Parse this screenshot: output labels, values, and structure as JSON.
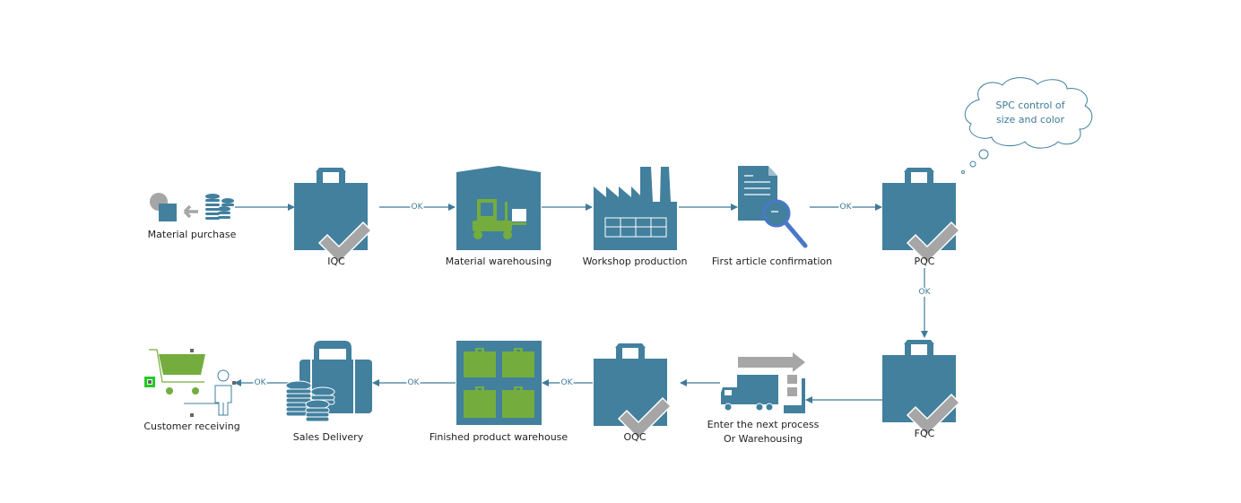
{
  "diagram": {
    "type": "quality-control-process-flow",
    "colors": {
      "primary": "#42809e",
      "green": "#74ad3d",
      "check_gray": "#a6a6a6",
      "connector": "#3f7b97",
      "cloud_outline": "#42809e"
    },
    "nodes": [
      {
        "id": "material-purchase",
        "label": "Material purchase",
        "icon": "purchase-coins-icon"
      },
      {
        "id": "iqc",
        "label": "IQC",
        "icon": "bag-check-icon"
      },
      {
        "id": "material-warehousing",
        "label": "Material warehousing",
        "icon": "warehouse-forklift-icon"
      },
      {
        "id": "workshop-production",
        "label": "Workshop production",
        "icon": "factory-icon"
      },
      {
        "id": "first-article",
        "label": "First article confirmation",
        "icon": "document-magnifier-icon"
      },
      {
        "id": "pqc",
        "label": "PQC",
        "icon": "bag-check-icon"
      },
      {
        "id": "fqc",
        "label": "FQC",
        "icon": "bag-check-icon"
      },
      {
        "id": "next-process",
        "label_lines": [
          "Enter the next process",
          "Or Warehousing"
        ],
        "icon": "truck-arrow-icon"
      },
      {
        "id": "oqc",
        "label": "OQC",
        "icon": "bag-check-icon"
      },
      {
        "id": "finished-warehouse",
        "label": "Finished product warehouse",
        "icon": "warehouse-bags-icon"
      },
      {
        "id": "sales-delivery",
        "label": "Sales Delivery",
        "icon": "suitcase-coins-icon"
      },
      {
        "id": "customer-receiving",
        "label": "Customer receiving",
        "icon": "cart-person-icon"
      }
    ],
    "edges": [
      {
        "from": "material-purchase",
        "to": "iqc",
        "label": ""
      },
      {
        "from": "iqc",
        "to": "material-warehousing",
        "label": "OK"
      },
      {
        "from": "material-warehousing",
        "to": "workshop-production",
        "label": ""
      },
      {
        "from": "workshop-production",
        "to": "first-article",
        "label": ""
      },
      {
        "from": "first-article",
        "to": "pqc",
        "label": "OK"
      },
      {
        "from": "pqc",
        "to": "fqc",
        "label": "OK"
      },
      {
        "from": "fqc",
        "to": "next-process",
        "label": ""
      },
      {
        "from": "next-process",
        "to": "oqc",
        "label": ""
      },
      {
        "from": "oqc",
        "to": "finished-warehouse",
        "label": "OK"
      },
      {
        "from": "finished-warehouse",
        "to": "sales-delivery",
        "label": "OK"
      },
      {
        "from": "sales-delivery",
        "to": "customer-receiving",
        "label": "OK"
      }
    ],
    "callout": {
      "attached_to": "pqc",
      "shape": "thought-cloud",
      "lines": [
        "SPC control of",
        "size and color"
      ]
    }
  },
  "labels": {
    "material_purchase": "Material purchase",
    "iqc": "IQC",
    "material_warehousing": "Material warehousing",
    "workshop_production": "Workshop production",
    "first_article": "First article confirmation",
    "pqc": "PQC",
    "fqc": "FQC",
    "next_process_1": "Enter the next process",
    "next_process_2": "Or Warehousing",
    "oqc": "OQC",
    "finished_warehouse": "Finished product warehouse",
    "sales_delivery": "Sales Delivery",
    "customer_receiving": "Customer receiving",
    "ok": "OK",
    "cloud_1": "SPC control of",
    "cloud_2": "size and color"
  }
}
